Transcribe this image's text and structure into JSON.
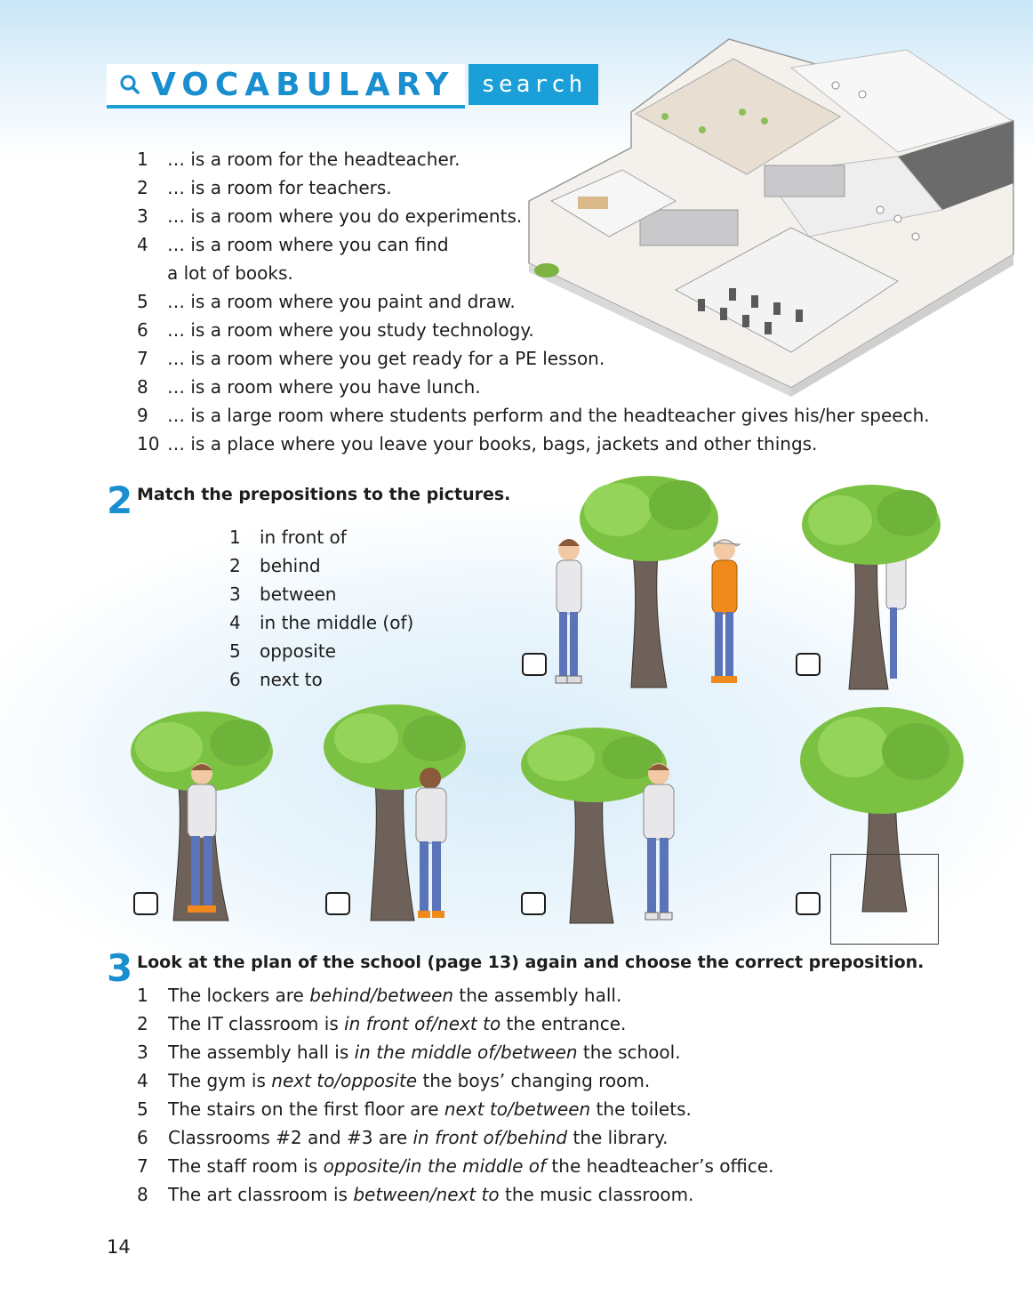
{
  "header": {
    "title": "VOCABULARY",
    "tag": "search",
    "icon": "search-icon"
  },
  "exercise1": {
    "items": [
      {
        "n": "1",
        "text": "… is a room for the headteacher."
      },
      {
        "n": "2",
        "text": "… is a room for teachers."
      },
      {
        "n": "3",
        "text": "… is a room where you do experiments."
      },
      {
        "n": "4",
        "text": "… is a room where you can find",
        "cont": "a lot of books."
      },
      {
        "n": "5",
        "text": "… is a room where you paint and draw."
      },
      {
        "n": "6",
        "text": "… is a room where you study technology."
      },
      {
        "n": "7",
        "text": "… is a room where you get ready for a PE lesson."
      },
      {
        "n": "8",
        "text": "… is a room where you have lunch."
      },
      {
        "n": "9",
        "text": "… is a large room where students perform and the headteacher gives his/her speech."
      },
      {
        "n": "10",
        "text": "… is a place where you leave your books, bags, jackets and other things."
      }
    ]
  },
  "exercise2": {
    "number": "2",
    "instruction": "Match the prepositions to the pictures.",
    "items": [
      {
        "n": "1",
        "text": "in front of"
      },
      {
        "n": "2",
        "text": "behind"
      },
      {
        "n": "3",
        "text": "between"
      },
      {
        "n": "4",
        "text": "in the middle (of)"
      },
      {
        "n": "5",
        "text": "opposite"
      },
      {
        "n": "6",
        "text": "next to"
      }
    ]
  },
  "exercise3": {
    "number": "3",
    "instruction": "Look at the plan of the school (page 13) again and choose the correct preposition.",
    "items": [
      {
        "n": "1",
        "pre": "The lockers are ",
        "opt": "behind/between",
        "post": " the assembly hall."
      },
      {
        "n": "2",
        "pre": "The IT classroom is ",
        "opt": "in front of/next to",
        "post": " the entrance."
      },
      {
        "n": "3",
        "pre": "The assembly hall is ",
        "opt": "in the middle of/between",
        "post": " the school."
      },
      {
        "n": "4",
        "pre": "The gym is ",
        "opt": "next to/opposite",
        "post": " the boys’ changing room."
      },
      {
        "n": "5",
        "pre": "The stairs on the first floor are ",
        "opt": "next to/between",
        "post": " the toilets."
      },
      {
        "n": "6",
        "pre": "Classrooms #2 and #3 are ",
        "opt": "in front of/behind",
        "post": " the library."
      },
      {
        "n": "7",
        "pre": "The staff room is ",
        "opt": "opposite/in the middle of",
        "post": " the headteacher’s office."
      },
      {
        "n": "8",
        "pre": "The art classroom is ",
        "opt": "between/next to",
        "post": " the music classroom."
      }
    ]
  },
  "page_number": "14",
  "colors": {
    "accent": "#1a9fd9",
    "heading": "#1a8fcf",
    "foliage": "#7cc242",
    "trunk": "#6d6159",
    "hoodie": "#e8e8ea",
    "orange_jacket": "#f08a1c",
    "jeans": "#5b73b8"
  }
}
